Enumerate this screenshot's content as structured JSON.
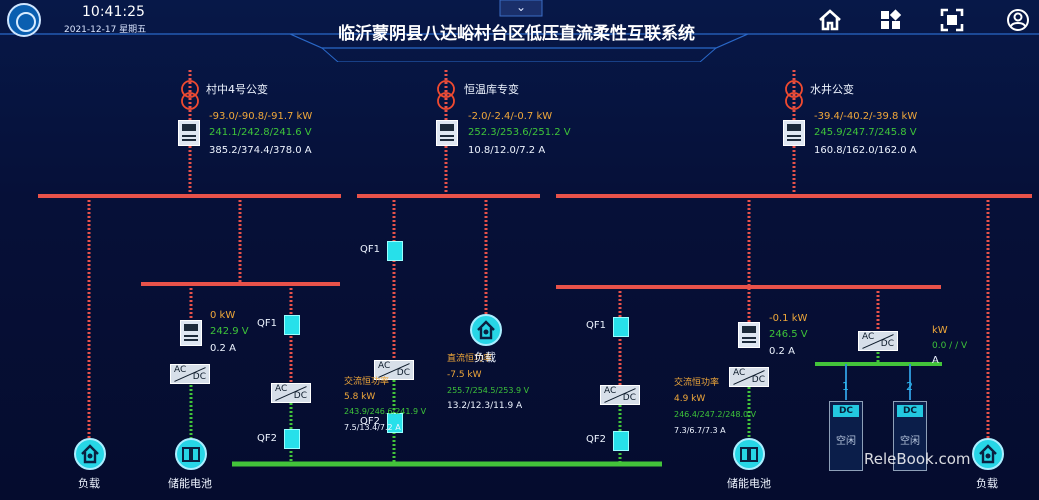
{
  "header": {
    "time": "10:41:25",
    "date": "2021-12-17 星期五",
    "title": "临沂蒙阴县八达峪村台区低压直流柔性互联系统",
    "collapse_icon": "chevron-down-icon",
    "icons": [
      "home-icon",
      "grid-icon",
      "fullscreen-icon",
      "user-icon"
    ]
  },
  "transformers": [
    {
      "name": "村中4号公变",
      "power": "-93.0/-90.8/-91.7 kW",
      "voltage": "241.1/242.8/241.6 V",
      "current": "385.2/374.4/378.0 A"
    },
    {
      "name": "恒温库专变",
      "power": "-2.0/-2.4/-0.7 kW",
      "voltage": "252.3/253.6/251.2 V",
      "current": "10.8/12.0/7.2 A"
    },
    {
      "name": "水井公变",
      "power": "-39.4/-40.2/-39.8 kW",
      "voltage": "245.9/247.7/245.8 V",
      "current": "160.8/162.0/162.0 A"
    }
  ],
  "switches": {
    "qf1": "QF1",
    "qf2": "QF2"
  },
  "storage_left": {
    "power": "0 kW",
    "voltage": "242.9 V",
    "current": "0.2 A"
  },
  "storage_right": {
    "power": "-0.1 kW",
    "voltage": "246.5 V",
    "current": "0.2 A"
  },
  "pf_left": {
    "title": "交流恒功率",
    "power": "5.8 kW",
    "voltage": "243.9/246.6/241.9 V",
    "current": "7.5/13.4/7.2 A"
  },
  "pf_right": {
    "title": "交流恒功率",
    "power": "4.9 kW",
    "voltage": "246.4/247.2/248.0 V",
    "current": "7.3/6.7/7.3 A"
  },
  "dc_load": {
    "title": "直流恒功率",
    "name": "负载",
    "power": "-7.5 kW",
    "voltage": "255.7/254.5/253.9 V",
    "current": "13.2/12.3/11.9 A"
  },
  "ev": {
    "power": "kW",
    "voltage": "0.0 / / V",
    "current": "A",
    "port1": "1",
    "port2": "2",
    "dc": "DC",
    "state": "空闲"
  },
  "labels": {
    "load": "负载",
    "battery": "储能电池",
    "ac": "AC",
    "dc": "DC"
  },
  "watermark": "ReleBook.com",
  "colors": {
    "ac_bus": "#e8524a",
    "dc_bus": "#43c43a",
    "switch": "#27e0ea"
  }
}
